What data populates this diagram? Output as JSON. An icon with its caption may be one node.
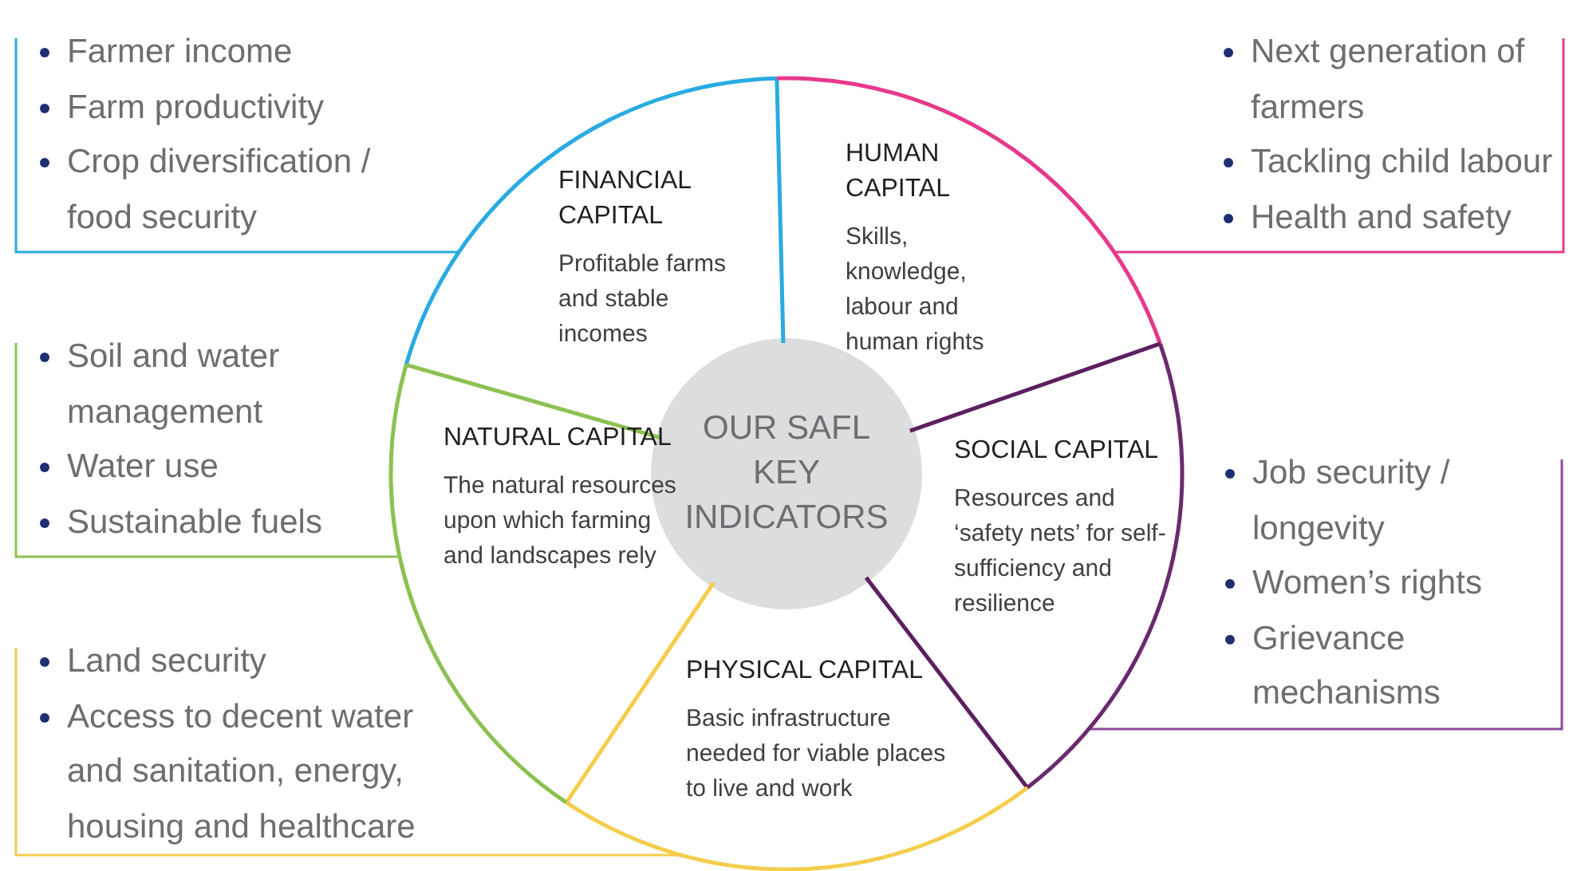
{
  "diagram": {
    "nodes": [
      {
        "text": [
          "OUR SAFL KEY INDICATORS"
        ]
      },
      {
        "text": [
          "FINANCIAL CAPITAL",
          "Profitable farms and stable incomes"
        ]
      },
      {
        "text": [
          "HUMAN CAPITAL",
          "Skills, knowledge, labour and human rights"
        ]
      },
      {
        "text": [
          "SOCIAL CAPITAL",
          "Resources and ‘safety nets’ for self-sufficiency and resilience"
        ]
      },
      {
        "text": [
          "PHYSICAL CAPITAL",
          "Basic infrastructure needed for viable places to live and work"
        ]
      },
      {
        "text": [
          "NATURAL CAPITAL",
          "The natural resources upon which farming and landscapes rely"
        ]
      },
      {
        "text": [
          "Farmer income",
          "Farm productivity",
          "Crop diversification / food security"
        ]
      },
      {
        "text": [
          "Next generation of farmers",
          "Tackling child labour",
          "Health and safety"
        ]
      },
      {
        "text": [
          "Soil and water management",
          "Water use",
          "Sustainable fuels"
        ]
      },
      {
        "text": [
          "Job security / longevity",
          "Women’s rights",
          "Grievance mechanisms"
        ]
      },
      {
        "text": [
          "Land security",
          "Access to decent water and sanitation, energy, housing and healthcare"
        ]
      }
    ],
    "edges": [
      {
        "from": 6,
        "to": 1,
        "arrow": "none",
        "color": "#29abe2"
      },
      {
        "from": 7,
        "to": 2,
        "arrow": "none",
        "color": "#e6398c"
      },
      {
        "from": 8,
        "to": 5,
        "arrow": "none",
        "color": "#8cc152"
      },
      {
        "from": 9,
        "to": 3,
        "arrow": "none",
        "color": "#8b4a9c"
      },
      {
        "from": 10,
        "to": 4,
        "arrow": "none",
        "color": "#f5cd4c"
      }
    ]
  }
}
